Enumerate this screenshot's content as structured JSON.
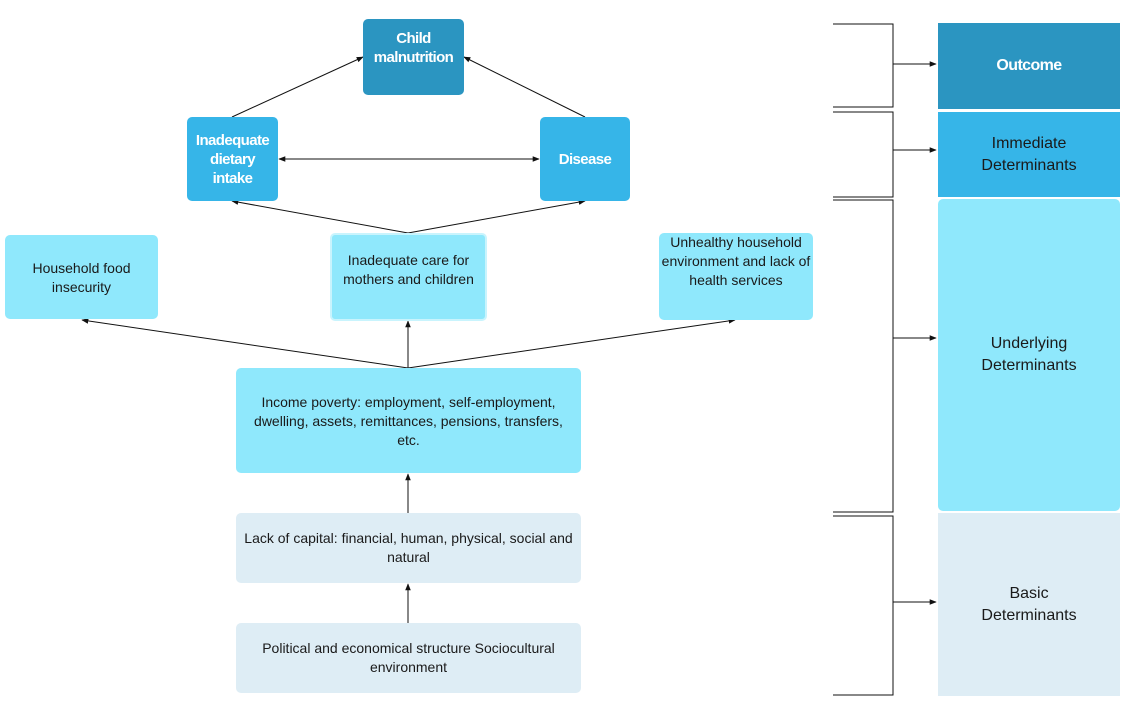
{
  "diagram": {
    "nodes": {
      "child_malnutrition": "Child malnutrition",
      "inadequate_dietary_intake": "Inadequate dietary intake",
      "disease": "Disease",
      "household_food_insecurity": "Household food insecurity",
      "inadequate_care": "Inadequate care for mothers and children",
      "unhealthy_environment": "Unhealthy household environment and lack of health services",
      "income_poverty": "Income poverty: employment, self-employment, dwelling, assets, remittances, pensions, transfers, etc.",
      "lack_of_capital": "Lack of capital: financial, human, physical, social and natural",
      "political_structure": "Political and economical structure Sociocultural environment"
    },
    "levels": {
      "outcome": "Outcome",
      "immediate": "Immediate Determinants",
      "underlying": "Underlying Determinants",
      "basic": "Basic Determinants"
    },
    "colors": {
      "outcome": "#2b95c1",
      "immediate": "#36b5e8",
      "underlying": "#8fe8fc",
      "basic": "#deedf5"
    }
  }
}
